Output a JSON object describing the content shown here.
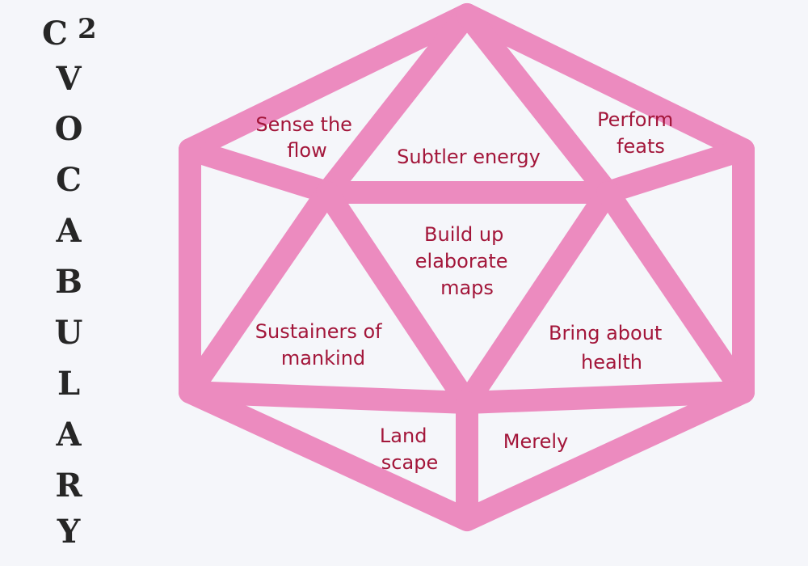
{
  "title": {
    "first": "C",
    "number": "2",
    "letters": [
      "V",
      "O",
      "C",
      "A",
      "B",
      "U",
      "L",
      "A",
      "R",
      "Y"
    ]
  },
  "faces": {
    "top_left": [
      "Sense the",
      "flow"
    ],
    "top_center": [
      "Subtler energy"
    ],
    "top_right": [
      "Perform",
      "feats"
    ],
    "center": [
      "Build up",
      "elaborate",
      "maps"
    ],
    "middle_left": [
      "Sustainers of",
      "mankind"
    ],
    "middle_right": [
      "Bring about",
      "health"
    ],
    "bottom_left": [
      "Land",
      "scape"
    ],
    "bottom_right": [
      "Merely"
    ]
  },
  "colors": {
    "frame": "#ec8bbf",
    "text": "#a3163a",
    "heading": "#262626",
    "background": "#f5f6fa"
  }
}
